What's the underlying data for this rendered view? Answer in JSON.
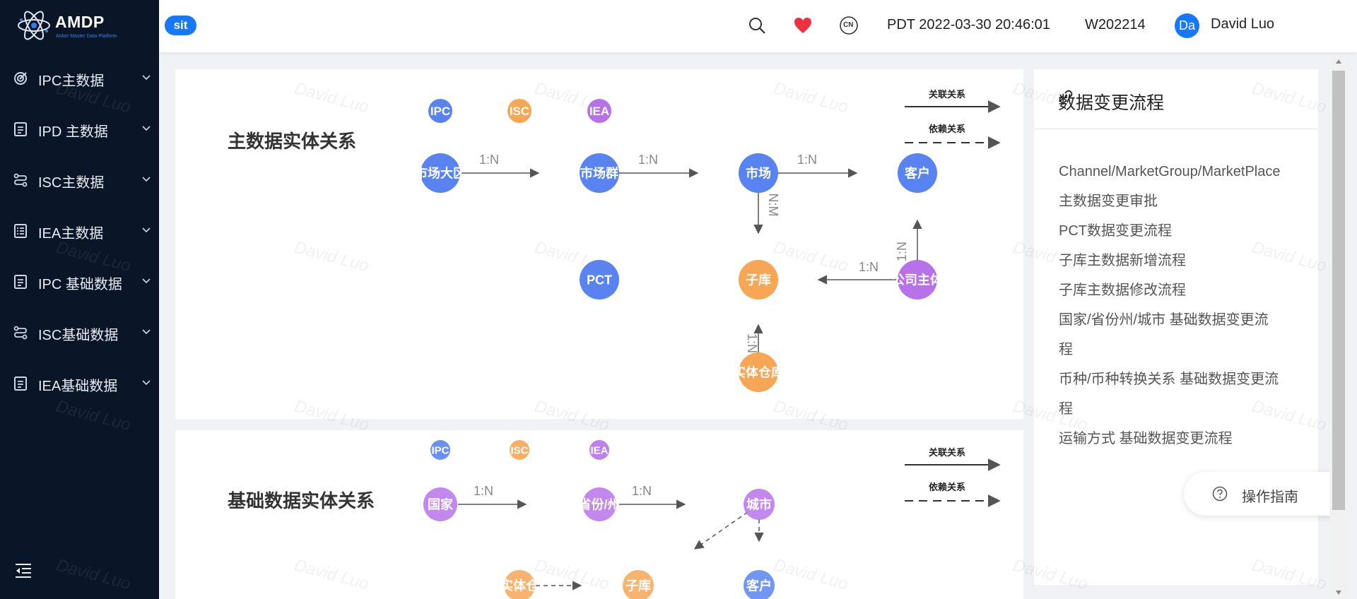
{
  "app": {
    "logo_name": "AMDP",
    "logo_subtitle": "Anker Master Data Platform",
    "env_badge": "sit"
  },
  "sidebar": {
    "items": [
      {
        "label": "IPC主数据",
        "icon": "target-icon"
      },
      {
        "label": "IPD 主数据",
        "icon": "document-icon"
      },
      {
        "label": "ISC主数据",
        "icon": "route-icon"
      },
      {
        "label": "IEA主数据",
        "icon": "list-icon"
      },
      {
        "label": "IPC 基础数据",
        "icon": "document-icon"
      },
      {
        "label": "ISC基础数据",
        "icon": "route-icon"
      },
      {
        "label": "IEA基础数据",
        "icon": "document-icon"
      }
    ]
  },
  "header": {
    "datetime": "PDT 2022-03-30 20:46:01",
    "week": "W202214",
    "avatar": "Da",
    "username": "David Luo",
    "lang_icon_text": "CN"
  },
  "master": {
    "title": "主数据实体关系",
    "legend_link": "关联关系",
    "legend_dep": "依赖关系",
    "domain_tags": [
      "IPC",
      "ISC",
      "IEA"
    ],
    "nodes": [
      "市场大区",
      "市场群",
      "市场",
      "客户",
      "PCT",
      "子库",
      "公司主体",
      "实体仓库"
    ],
    "edge_labels": [
      "1:N",
      "1:N",
      "1:N",
      "N:M",
      "1:N",
      "1:N",
      "1:N"
    ]
  },
  "base": {
    "title": "基础数据实体关系",
    "legend_link": "关联关系",
    "legend_dep": "依赖关系",
    "domain_tags": [
      "IPC",
      "ISC",
      "IEA"
    ],
    "nodes": [
      "国家",
      "省份/州",
      "城市",
      "实体仓",
      "子库",
      "客户"
    ],
    "edge_labels": [
      "1:N",
      "1:N"
    ]
  },
  "side": {
    "title": "数据变更流程",
    "flows": [
      "Channel/MarketGroup/MarketPlace",
      "主数据变更审批",
      "PCT数据变更流程",
      "子库主数据新增流程",
      "子库主数据修改流程",
      "国家/省份州/城市 基础数据变更流",
      "程",
      "币种/币种转换关系 基础数据变更流",
      "程",
      "运输方式 基础数据变更流程"
    ]
  },
  "guide": {
    "label": "操作指南"
  },
  "watermark": "David Luo",
  "colors": {
    "sidebar_bg": "#0a1628",
    "accent": "#1677ff",
    "ipc_blue": "#4f7cf0",
    "isc_orange": "#f6a14b",
    "iea_purple": "#b36ae8",
    "heart_red": "#f03040"
  }
}
